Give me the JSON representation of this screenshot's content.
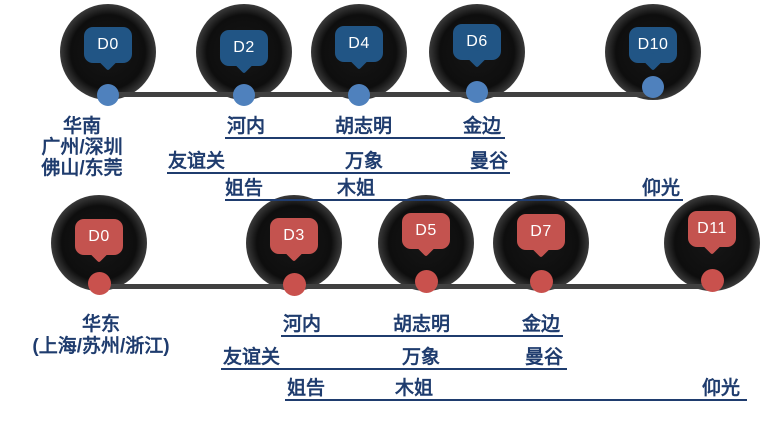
{
  "palette": {
    "background": "#FFFFFF",
    "timeline_line": "#404040",
    "pin_halo": "#0E0E0E",
    "city_text": "#1F3C6E",
    "south_pin_blue": "#215585",
    "south_dot_blue": "#4F81BD",
    "east_pin_red": "#C4534F",
    "east_dot_red": "#C9514D",
    "day_text": "#FFFFFF"
  },
  "south_route": {
    "days": [
      "D0",
      "D2",
      "D4",
      "D6",
      "D10"
    ],
    "origin": {
      "line1": "华南",
      "line2": "广州/深圳",
      "line3": "佛山/东莞"
    },
    "row1": {
      "c1": "河内",
      "c2": "胡志明",
      "c3": "金边"
    },
    "row2": {
      "c1": "友谊关",
      "c2": "万象",
      "c3": "曼谷"
    },
    "row3": {
      "c1": "姐告",
      "c2": "木姐",
      "c3": "仰光"
    }
  },
  "east_route": {
    "days": [
      "D0",
      "D3",
      "D5",
      "D7",
      "D11"
    ],
    "origin": {
      "line1": "华东",
      "line2": "(上海/苏州/浙江)"
    },
    "row1": {
      "c1": "河内",
      "c2": "胡志明",
      "c3": "金边"
    },
    "row2": {
      "c1": "友谊关",
      "c2": "万象",
      "c3": "曼谷"
    },
    "row3": {
      "c1": "姐告",
      "c2": "木姐",
      "c3": "仰光"
    }
  }
}
